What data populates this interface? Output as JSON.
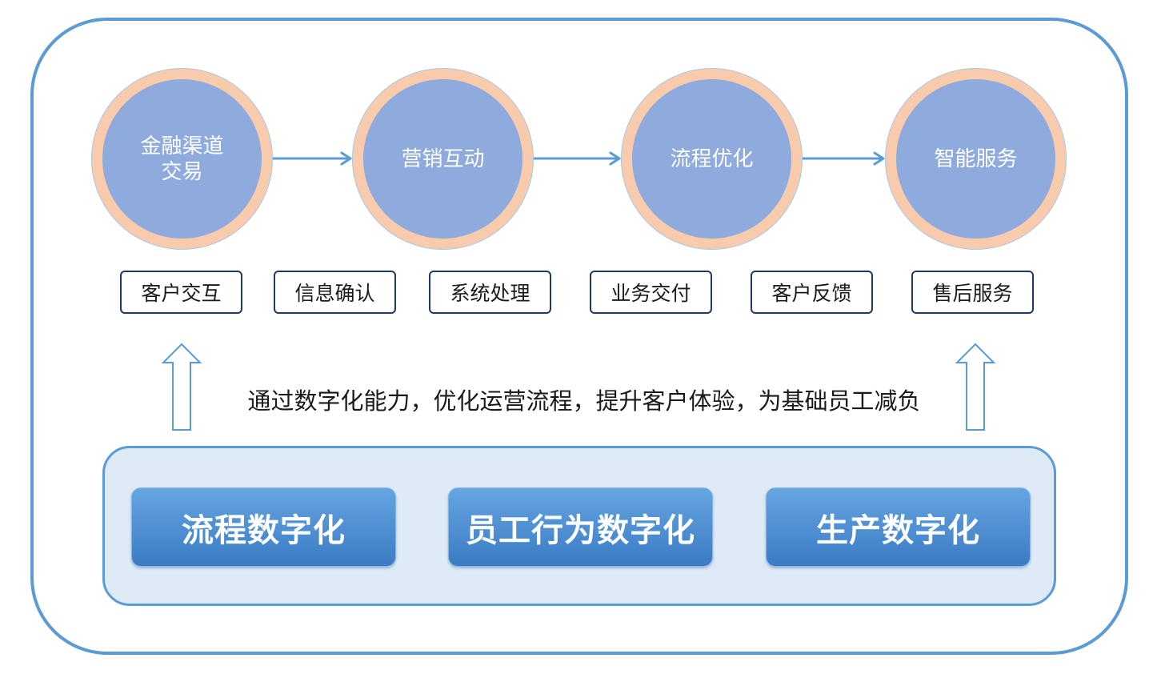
{
  "stages": [
    {
      "lines": [
        "金融渠道",
        "交易"
      ]
    },
    {
      "lines": [
        "营销互动"
      ]
    },
    {
      "lines": [
        "流程优化"
      ]
    },
    {
      "lines": [
        "智能服务"
      ]
    }
  ],
  "steps": [
    "客户交互",
    "信息确认",
    "系统处理",
    "业务交付",
    "客户反馈",
    "售后服务"
  ],
  "slogan": "通过数字化能力，优化运营流程，提升客户体验，为基础员工减负",
  "foundations": [
    "流程数字化",
    "员工行为数字化",
    "生产数字化"
  ],
  "icons": {
    "flow_arrow": "arrow-right-icon",
    "support_arrow": "arrow-up-icon"
  },
  "colors": {
    "accent": "#5b9bd5",
    "ring": "#f8cbad",
    "core": "#8faadc",
    "step_border": "#203864",
    "panel_fill": "#deebf7",
    "button_top": "#65a5e0",
    "button_bottom": "#3b7bc5"
  }
}
